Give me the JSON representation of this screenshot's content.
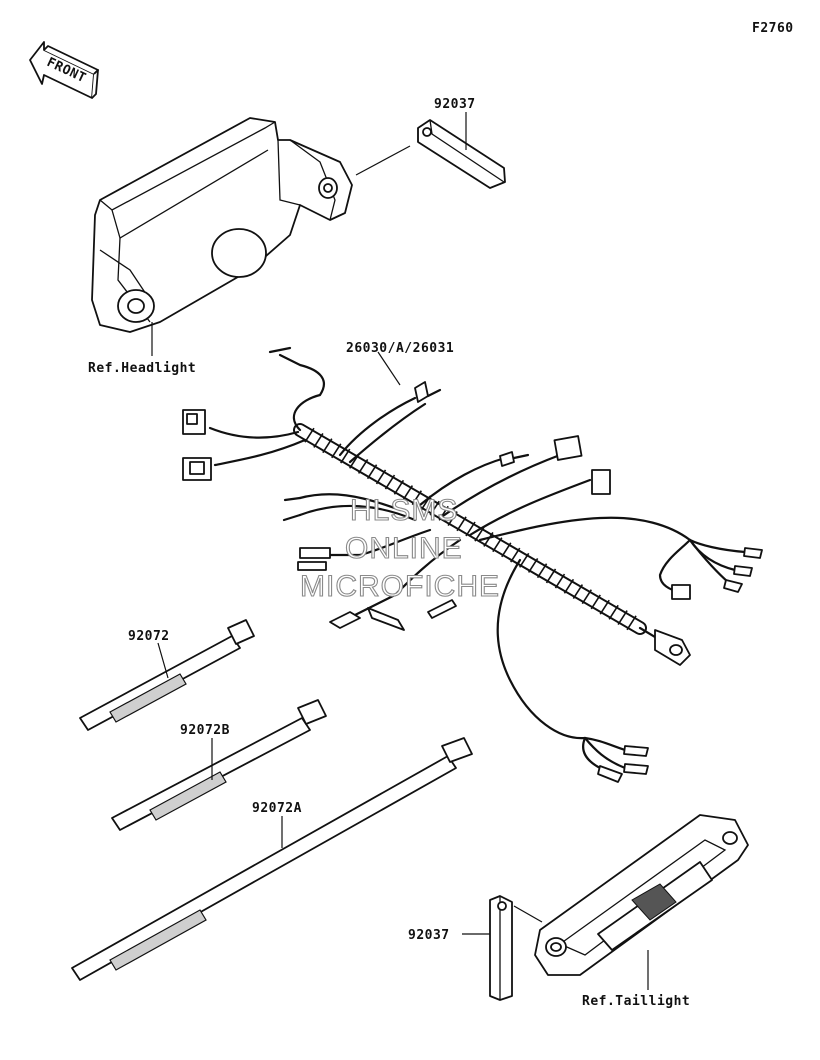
{
  "figure_code": "F2760",
  "front_arrow": {
    "label": "FRONT",
    "icon": "front-direction-arrow-icon"
  },
  "parts": {
    "bracket_top": "92037",
    "harness": "26030/A/26031",
    "tie_short": "92072",
    "tie_medium": "92072B",
    "tie_long": "92072A",
    "bracket_bottom": "92037"
  },
  "references": {
    "headlight": "Ref.Headlight",
    "taillight": "Ref.Taillight"
  },
  "watermark": [
    "HLSMS",
    "ONLINE",
    "MICROFICHE"
  ]
}
